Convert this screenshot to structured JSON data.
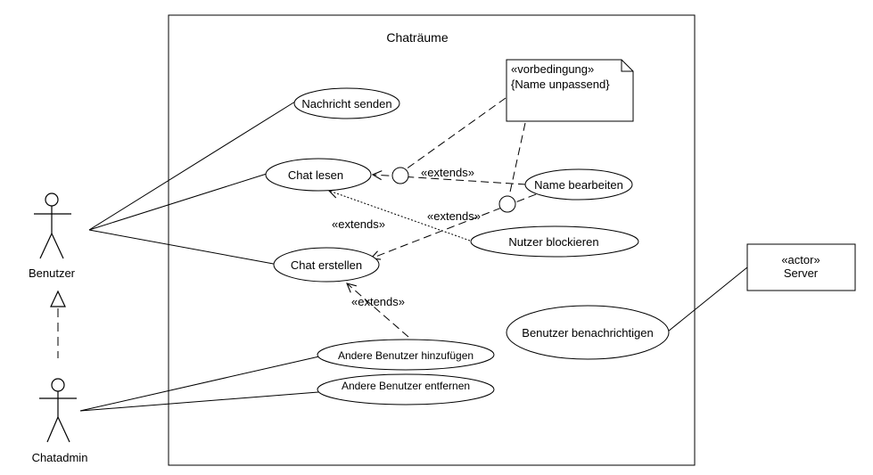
{
  "system": {
    "title": "Chaträume"
  },
  "actors": {
    "benutzer": "Benutzer",
    "chatadmin": "Chatadmin",
    "server_stereotype": "«actor»",
    "server_name": "Server"
  },
  "use_cases": {
    "nachricht_senden": "Nachricht senden",
    "chat_lesen": "Chat lesen",
    "name_bearbeiten": "Name bearbeiten",
    "nutzer_blockieren": "Nutzer blockieren",
    "chat_erstellen": "Chat  erstellen",
    "benutzer_benachrichtigen": "Benutzer benachrichtigen",
    "andere_hinzufuegen": "Andere Benutzer hinzufügen",
    "andere_entfernen": "Andere Benutzer entfernen"
  },
  "note": {
    "line1": "«vorbedingung»",
    "line2": "{Name unpassend}"
  },
  "relations": {
    "extends_name_to_lesen": "«extends»",
    "extends_blockieren_to_lesen": "«extends»",
    "extends_name_to_erstellen": "«extends»",
    "extends_hinzufuegen_to_erstellen": "«extends»"
  }
}
